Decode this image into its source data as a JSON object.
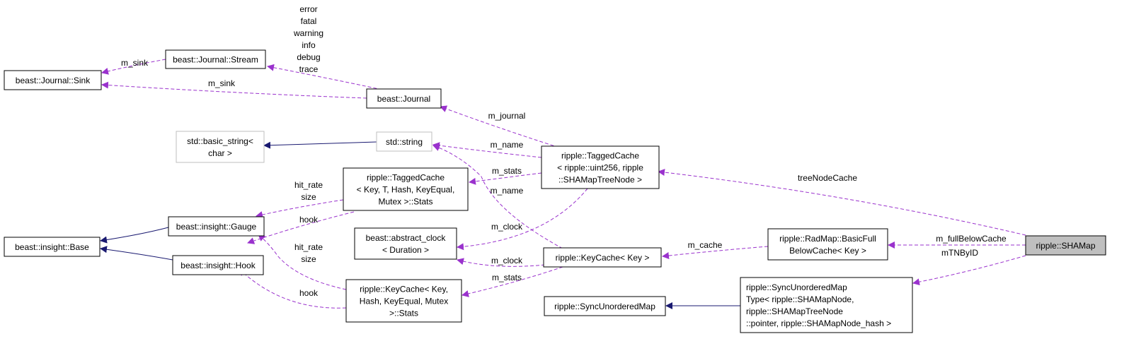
{
  "nodes": {
    "sink": [
      "beast::Journal::Sink"
    ],
    "stream": [
      "beast::Journal::Stream"
    ],
    "journal": [
      "beast::Journal"
    ],
    "basic_string": [
      "std::basic_string<",
      "char >"
    ],
    "string": [
      "std::string"
    ],
    "tagged_cache": [
      "ripple::TaggedCache",
      "< ripple::uint256, ripple",
      "::SHAMapTreeNode >"
    ],
    "tc_stats": [
      "ripple::TaggedCache",
      "< Key, T, Hash, KeyEqual,",
      "Mutex >::Stats"
    ],
    "base": [
      "beast::insight::Base"
    ],
    "gauge": [
      "beast::insight::Gauge"
    ],
    "hook": [
      "beast::insight::Hook"
    ],
    "abstract_clock": [
      "beast::abstract_clock",
      "< Duration >"
    ],
    "keycache": [
      "ripple::KeyCache< Key >"
    ],
    "kc_stats": [
      "ripple::KeyCache< Key,",
      "Hash, KeyEqual, Mutex",
      ">::Stats"
    ],
    "sync_map": [
      "ripple::SyncUnorderedMap"
    ],
    "sync_map_type": [
      "ripple::SyncUnorderedMap",
      "Type< ripple::SHAMapNode,",
      " ripple::SHAMapTreeNode",
      "::pointer, ripple::SHAMapNode_hash >"
    ],
    "radmap": [
      "ripple::RadMap::BasicFull",
      "BelowCache< Key >"
    ],
    "shamap": [
      "ripple::SHAMap"
    ]
  },
  "edge_labels": {
    "stream_sink": "m_sink",
    "journal_sink": "m_sink",
    "journal_stream": [
      "error",
      "fatal",
      "warning",
      "info",
      "debug",
      "trace"
    ],
    "tagged_journal": "m_journal",
    "tagged_string": "m_name",
    "tagged_stats": "m_stats",
    "keycache_string": "m_name",
    "tagged_clock": "m_clock",
    "keycache_clock": "m_clock",
    "keycache_stats": "m_stats",
    "radmap_keycache": "m_cache",
    "shamap_tagged": "treeNodeCache",
    "shamap_radmap": "m_fullBelowCache",
    "shamap_syncmap": "mTNByID",
    "tcstats_gauge": [
      "hit_rate",
      "size"
    ],
    "tcstats_hook": "hook",
    "kcstats_gauge": [
      "hit_rate",
      "size"
    ],
    "kcstats_hook": "hook"
  }
}
